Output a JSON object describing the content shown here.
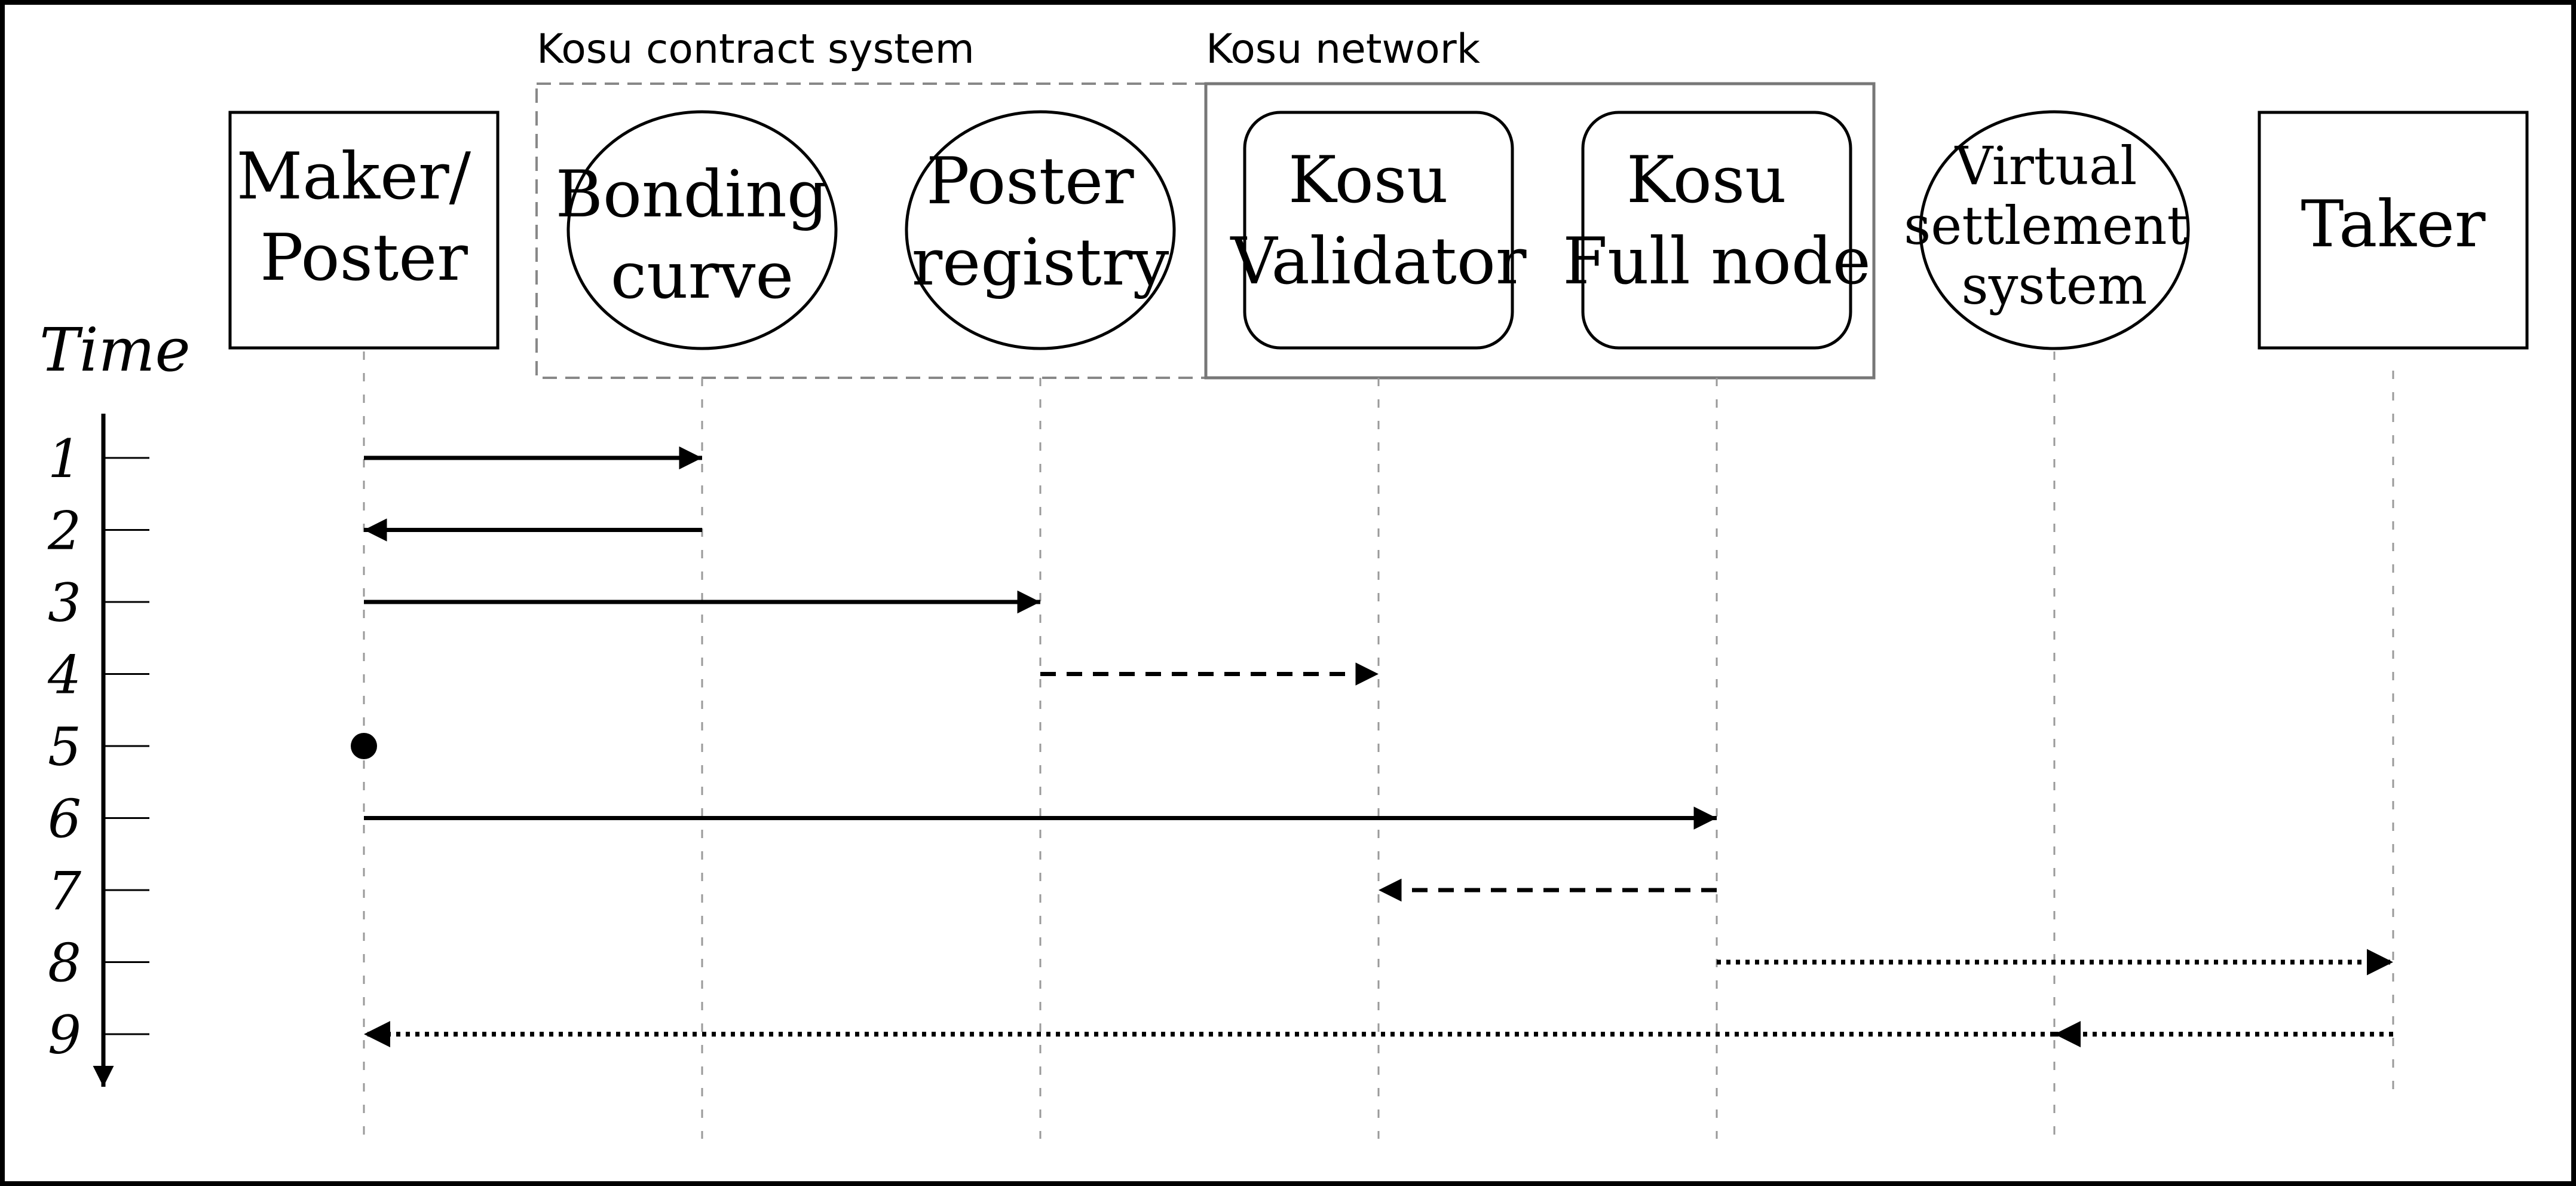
{
  "groups": [
    {
      "id": "contract",
      "label": "Kosu contract system",
      "style": "dashed"
    },
    {
      "id": "network",
      "label": "Kosu network",
      "style": "solid"
    }
  ],
  "actors": [
    {
      "id": "maker",
      "lines": [
        "Maker/",
        "Poster"
      ],
      "shape": "rect"
    },
    {
      "id": "bonding",
      "lines": [
        "Bonding",
        "curve"
      ],
      "shape": "ellipse"
    },
    {
      "id": "registry",
      "lines": [
        "Poster",
        "registry"
      ],
      "shape": "ellipse"
    },
    {
      "id": "validator",
      "lines": [
        "Kosu",
        "Validator"
      ],
      "shape": "roundrect"
    },
    {
      "id": "fullnode",
      "lines": [
        "Kosu",
        "Full node"
      ],
      "shape": "roundrect"
    },
    {
      "id": "vss",
      "lines": [
        "Virtual",
        "settlement",
        "system"
      ],
      "shape": "ellipse"
    },
    {
      "id": "taker",
      "lines": [
        "Taker"
      ],
      "shape": "rect"
    }
  ],
  "time_axis": {
    "label": "Time",
    "steps": [
      "1",
      "2",
      "3",
      "4",
      "5",
      "6",
      "7",
      "8",
      "9"
    ]
  },
  "messages": [
    {
      "step": 1,
      "from": "maker",
      "to": "bonding",
      "style": "solid"
    },
    {
      "step": 2,
      "from": "bonding",
      "to": "maker",
      "style": "solid"
    },
    {
      "step": 3,
      "from": "maker",
      "to": "registry",
      "style": "solid"
    },
    {
      "step": 4,
      "from": "registry",
      "to": "validator",
      "style": "dashed"
    },
    {
      "step": 5,
      "from": "maker",
      "to": "maker",
      "style": "dot"
    },
    {
      "step": 6,
      "from": "maker",
      "to": "fullnode",
      "style": "solid"
    },
    {
      "step": 7,
      "from": "fullnode",
      "to": "validator",
      "style": "dashed"
    },
    {
      "step": 8,
      "from": "fullnode",
      "to": "taker",
      "style": "dotted"
    },
    {
      "step": 9,
      "from": "taker",
      "to": "vss",
      "style": "dotted"
    },
    {
      "step": 9,
      "from": "vss",
      "to": "maker",
      "style": "dotted"
    }
  ]
}
